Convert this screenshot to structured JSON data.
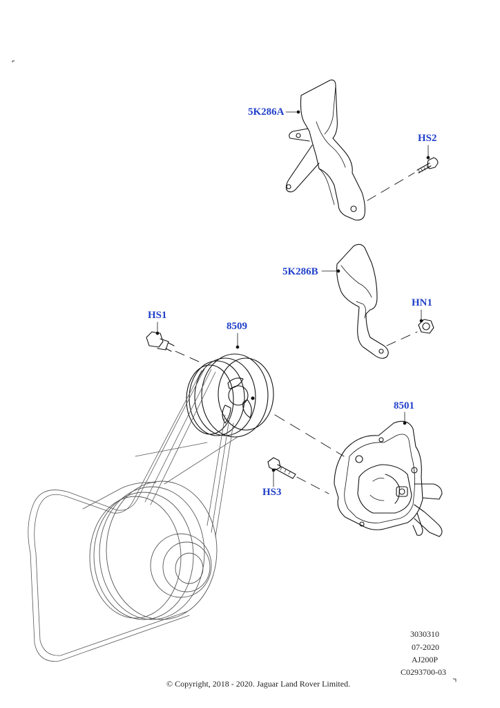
{
  "callouts": {
    "bracket_upper": "5K286A",
    "screw_upper": "HS2",
    "bracket_lower": "5K286B",
    "nut": "HN1",
    "bolt_pulley": "HS1",
    "pulley": "8509",
    "pump": "8501",
    "bolt_pump": "HS3"
  },
  "stamp": {
    "line1": "3030310",
    "line2": "07-2020",
    "line3": "AJ200P",
    "line4": "C0293700-03"
  },
  "copyright": "© Copyright, 2018 - 2020. Jaguar Land Rover Limited.",
  "colors": {
    "callout": "#1f3fc9",
    "line": "#111111"
  }
}
